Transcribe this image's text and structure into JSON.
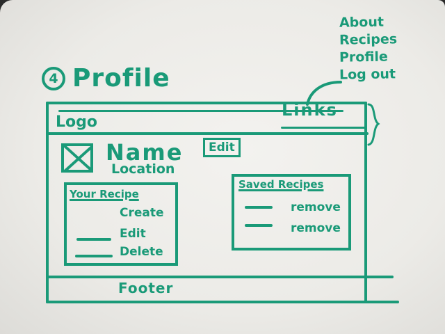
{
  "nav_menu": [
    "About",
    "Recipes",
    "Profile",
    "Log out"
  ],
  "page": {
    "step": "4",
    "title": "Profile"
  },
  "header": {
    "logo": "Logo",
    "links": "Links"
  },
  "profile": {
    "name": "Name",
    "location": "Location",
    "edit": "Edit"
  },
  "your_recipes": {
    "title": "Your Recipe",
    "actions": [
      "Create",
      "Edit",
      "Delete"
    ]
  },
  "saved_recipes": {
    "title": "Saved Recipes",
    "actions": [
      "remove",
      "remove"
    ]
  },
  "footer": {
    "label": "Footer"
  },
  "colors": {
    "ink": "#1a9a78",
    "board": "#efeeea"
  }
}
